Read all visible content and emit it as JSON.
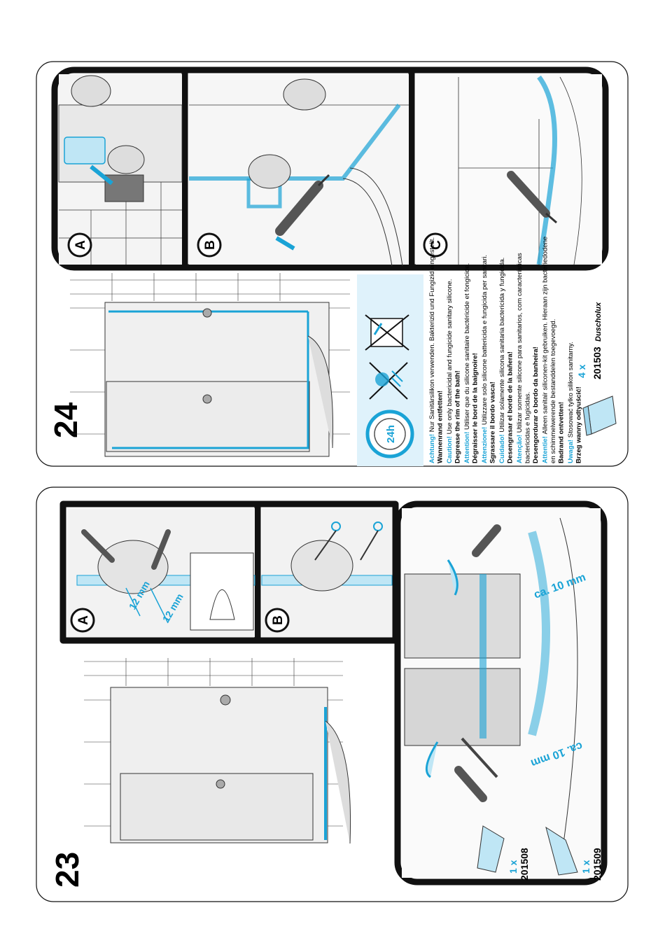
{
  "colors": {
    "accent": "#1aa3d6",
    "light_blue": "#bfe6f5",
    "panel_fill": "#dff2fb",
    "frame": "#111111"
  },
  "step24": {
    "number": "24",
    "panel_a": "A",
    "panel_b": "B",
    "panel_c": "C",
    "hours": "24h",
    "notes": [
      {
        "lead": "Achtung!",
        "text": "Nur Sanitärsilikon verwenden. Bakterizid und Fungizid eingestellt.",
        "strong": "Wannenrand entfetten!"
      },
      {
        "lead": "Caution!",
        "text": "Use only bactericidal and fungicide sanitary silicone.",
        "strong": "Degrease the rim of the bath!"
      },
      {
        "lead": "Attention!",
        "text": "Utiliser que du silicone sanitaire bactéricide et fongicide.",
        "strong": "Dégraisser le bord de la baignoire!"
      },
      {
        "lead": "Attenzione!",
        "text": "Utilizzare solo silicone battericida e fungicida per sanitari.",
        "strong": "Sgrassare il bordo vasca!"
      },
      {
        "lead": "Cuidado!",
        "text": "Utilizar solamente silicona sanitaria bactericida y fungicida.",
        "strong": "Desengrasar el borde de la bañera!"
      },
      {
        "lead": "Atenção!",
        "text": "Utilizar somente silicone para sanitarios, com características bactericidas e fugicidas.",
        "strong": "Desengordurar o bordo da banheira!"
      },
      {
        "lead": "Attentie!",
        "text": "Alleen sanitair siliconen-kit gebruiken. Hieraan zijn bacteriedodene en schimmelwerende bestanddelen toegevoegd.",
        "strong": "Badrand ontvetten!"
      },
      {
        "lead": "Uwaga!",
        "text": "Stosować tylko silikon sanitarny.",
        "strong": "Brzeg wanny odtyuścić!"
      }
    ],
    "qty": "4 x",
    "part_no": "201503",
    "brand": "Duscholux"
  },
  "step23": {
    "number": "23",
    "panel_a": "A",
    "panel_b": "B",
    "dim_12mm_1": "12 mm",
    "dim_12mm_2": "12 mm",
    "dim_10mm_1": "ca. 10 mm",
    "dim_10mm_2": "ca. 10 mm",
    "parts": [
      {
        "qty": "1 x",
        "part_no": "201508"
      },
      {
        "qty": "1 x",
        "part_no": "201509"
      }
    ]
  }
}
